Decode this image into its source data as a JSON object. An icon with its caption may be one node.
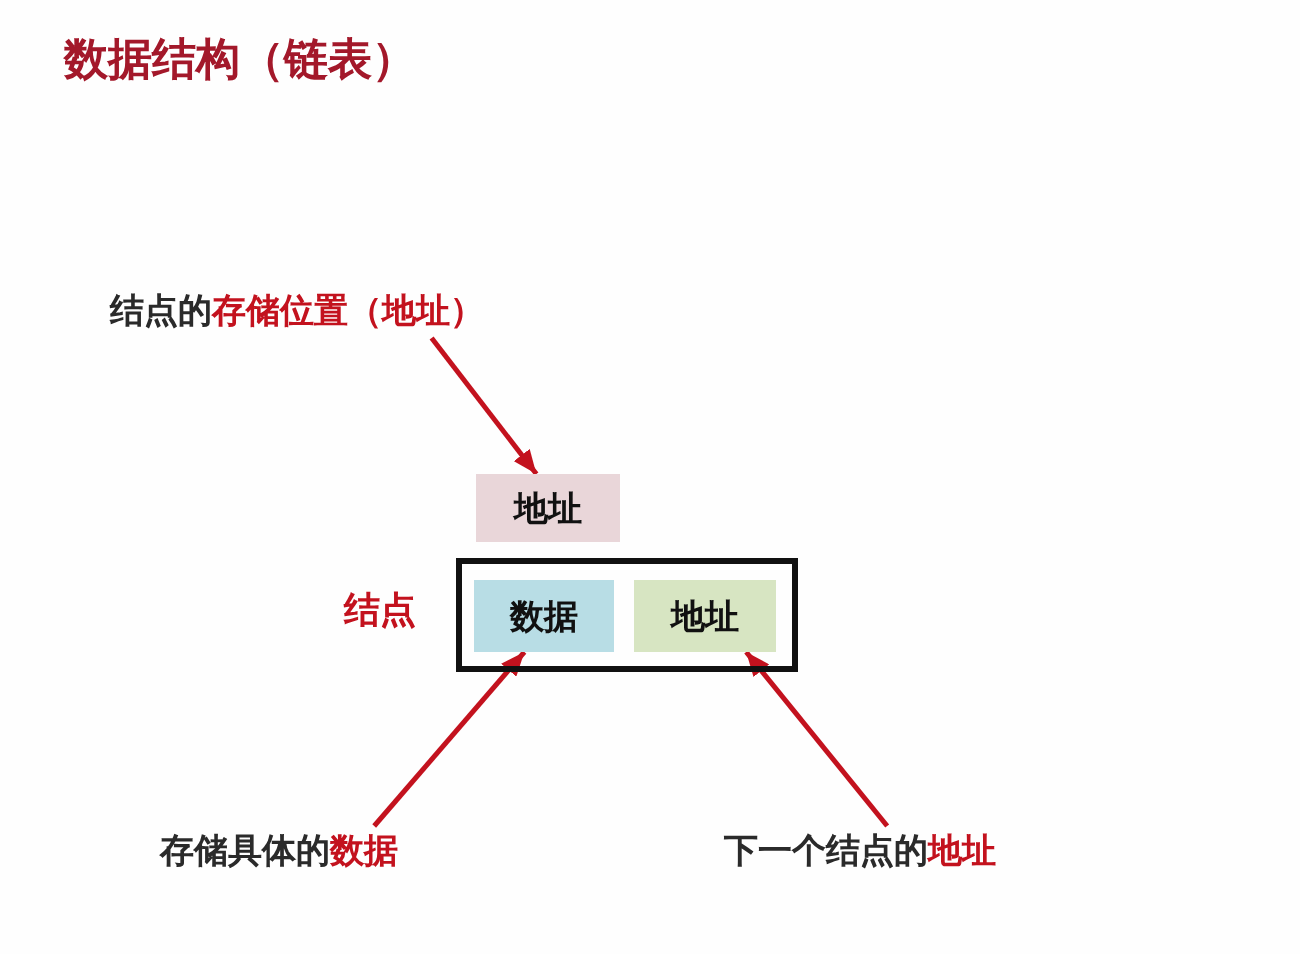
{
  "diagram": {
    "title": "数据结构（链表）",
    "nodes": [
      {
        "text": [
          "结点的**存储位置（地址）**"
        ]
      },
      {
        "text": [
          "地址"
        ]
      },
      {
        "text": [
          "结点"
        ]
      },
      {
        "text": [
          "数据"
        ],
        "in": 2
      },
      {
        "text": [
          "地址"
        ],
        "in": 2
      },
      {
        "text": [
          "存储具体的**数据**"
        ]
      },
      {
        "text": [
          "下一个结点的**地址**"
        ]
      }
    ],
    "edges": [
      {
        "from": 0,
        "to": 1,
        "arrow": "to"
      },
      {
        "from": 5,
        "to": 3,
        "arrow": "to"
      },
      {
        "from": 6,
        "to": 4,
        "arrow": "to"
      }
    ]
  }
}
